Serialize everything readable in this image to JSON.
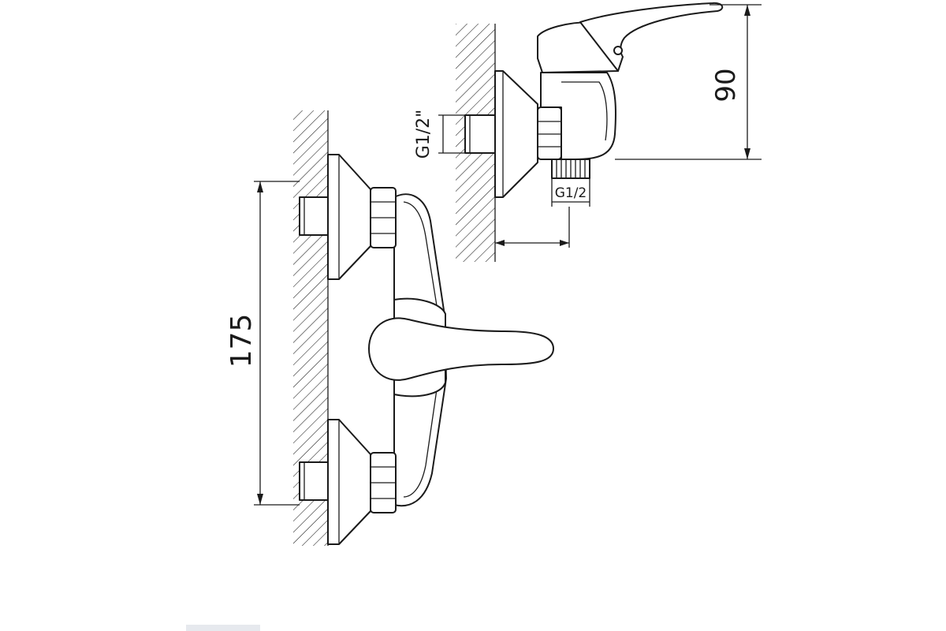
{
  "dimensions": {
    "mount_spacing": "175",
    "height": "90",
    "inlet_thread": "G1/2\"",
    "outlet_thread": "G1/2"
  },
  "colors": {
    "line": "#1a1a1a",
    "background": "#ffffff"
  }
}
